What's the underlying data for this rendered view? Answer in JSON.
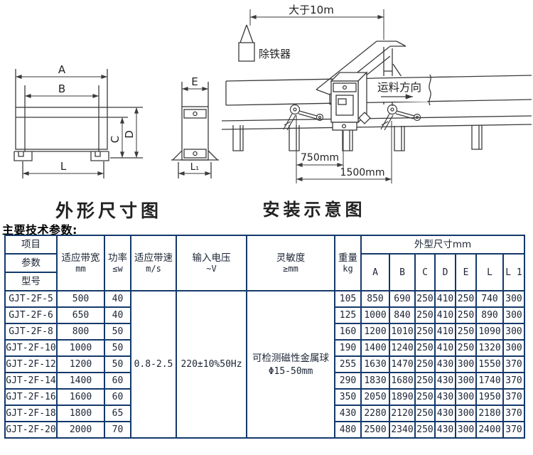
{
  "colors": {
    "table_border": "#14396b",
    "table_text": "#1b2434",
    "drawing_line": "#3a3a3a"
  },
  "outline_diagram": {
    "caption": "外形尺寸图",
    "dim_a": "A",
    "dim_b": "B",
    "dim_c": "C",
    "dim_d": "D",
    "dim_e": "E",
    "dim_l": "L",
    "dim_l1": "L₁"
  },
  "installation_diagram": {
    "caption": "安装示意图",
    "distance_label": "大于10m",
    "device_label": "除铁器",
    "direction_label": "运料方向",
    "dim_750": "750mm",
    "dim_1500": "1500mm"
  },
  "section_title": "主要技术参数:",
  "table": {
    "header": {
      "item": "项目",
      "param": "参数",
      "model": "型号",
      "bandwidth": "适应带宽",
      "bandwidth_unit": "mm",
      "power": "功率",
      "power_unit": "≤w",
      "speed": "适应带速",
      "speed_unit": "m/s",
      "voltage": "输入电压",
      "voltage_unit": "~V",
      "sensitivity": "灵敏度",
      "sensitivity_unit": "≥mm",
      "weight": "重量",
      "weight_unit": "kg",
      "dims_title": "外型尺寸mm",
      "dim_cols": [
        "A",
        "B",
        "C",
        "D",
        "E",
        "L",
        "L 1"
      ]
    },
    "merged": {
      "speed_value": "0.8-2.5",
      "voltage_value": "220±10%50Hz",
      "sensitivity_line1": "可检测磁性金属球",
      "sensitivity_line2": "Φ15-50mm"
    },
    "rows": [
      {
        "model": "GJT-2F-5",
        "bandwidth": "500",
        "power": "40",
        "weight": "105",
        "A": "850",
        "B": "690",
        "C": "250",
        "D": "410",
        "E": "250",
        "L": "740",
        "L1": "300"
      },
      {
        "model": "GJT-2F-6",
        "bandwidth": "650",
        "power": "40",
        "weight": "125",
        "A": "1000",
        "B": "840",
        "C": "250",
        "D": "410",
        "E": "250",
        "L": "890",
        "L1": "300"
      },
      {
        "model": "GJT-2F-8",
        "bandwidth": "800",
        "power": "50",
        "weight": "160",
        "A": "1200",
        "B": "1010",
        "C": "250",
        "D": "410",
        "E": "250",
        "L": "1090",
        "L1": "300"
      },
      {
        "model": "GJT-2F-10",
        "bandwidth": "1000",
        "power": "50",
        "weight": "190",
        "A": "1400",
        "B": "1240",
        "C": "250",
        "D": "410",
        "E": "250",
        "L": "1320",
        "L1": "300"
      },
      {
        "model": "GJT-2F-12",
        "bandwidth": "1200",
        "power": "50",
        "weight": "255",
        "A": "1630",
        "B": "1470",
        "C": "250",
        "D": "430",
        "E": "300",
        "L": "1550",
        "L1": "370"
      },
      {
        "model": "GJT-2F-14",
        "bandwidth": "1400",
        "power": "60",
        "weight": "290",
        "A": "1830",
        "B": "1680",
        "C": "250",
        "D": "430",
        "E": "300",
        "L": "1740",
        "L1": "370"
      },
      {
        "model": "GJT-2F-16",
        "bandwidth": "1600",
        "power": "60",
        "weight": "350",
        "A": "2050",
        "B": "1890",
        "C": "250",
        "D": "430",
        "E": "300",
        "L": "1950",
        "L1": "370"
      },
      {
        "model": "GJT-2F-18",
        "bandwidth": "1800",
        "power": "65",
        "weight": "430",
        "A": "2280",
        "B": "2120",
        "C": "250",
        "D": "430",
        "E": "300",
        "L": "2180",
        "L1": "370"
      },
      {
        "model": "GJT-2F-20",
        "bandwidth": "2000",
        "power": "70",
        "weight": "480",
        "A": "2500",
        "B": "2340",
        "C": "250",
        "D": "430",
        "E": "300",
        "L": "2400",
        "L1": "370"
      }
    ]
  }
}
